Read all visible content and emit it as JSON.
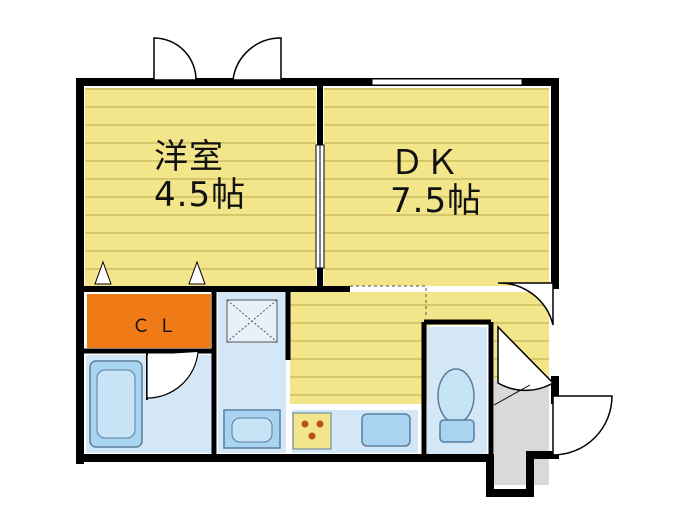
{
  "rooms": {
    "western_room": {
      "name": "洋室",
      "size": "4.5帖"
    },
    "dk": {
      "name": "ＤＫ",
      "size": "7.5帖"
    },
    "closet": {
      "name": "ＣＬ"
    }
  },
  "colors": {
    "floor_yellow": "#f3e58a",
    "floor_lines": "#cbbd5f",
    "wall": "#000000",
    "closet_orange": "#f07a16",
    "wet_area_blue": "#d4e7f7",
    "fixture_blue": "#a8d4f2",
    "porch_gray": "#d9d9d9"
  }
}
